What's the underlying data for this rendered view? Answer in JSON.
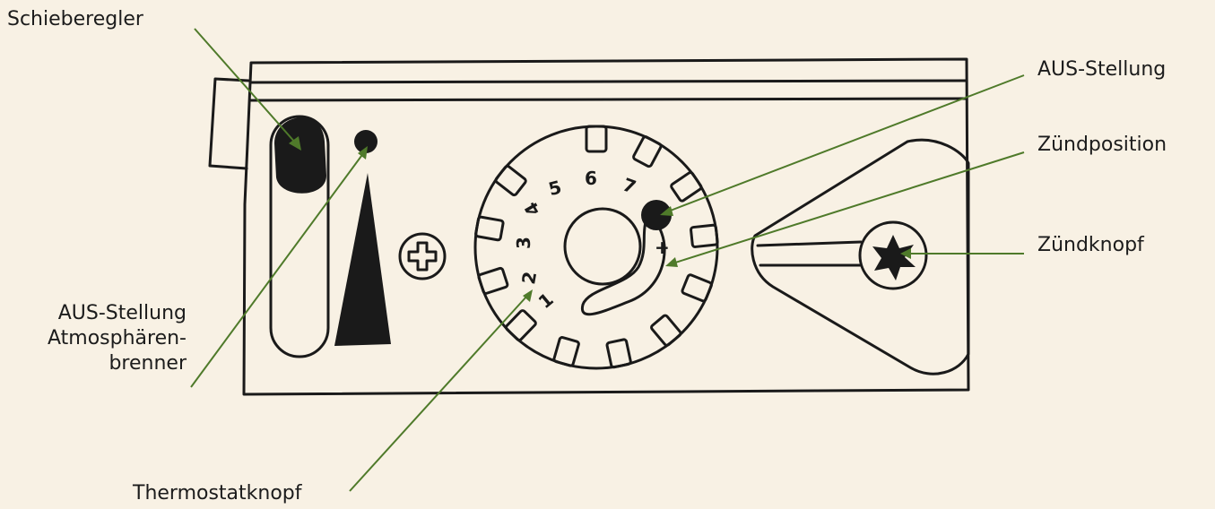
{
  "labels": {
    "slider": "Schieberegler",
    "off_position_atmos": [
      "AUS-Stellung",
      "Atmosphären-",
      "brenner"
    ],
    "thermostat_knob": "Thermostatknopf",
    "off_position": "AUS-Stellung",
    "ignition_position": "Zündposition",
    "ignition_button": "Zündknopf"
  },
  "dial": {
    "numbers": [
      "1",
      "2",
      "3",
      "4",
      "5",
      "6",
      "7"
    ],
    "ignition_mark": "+"
  },
  "colors": {
    "background": "#f8f1e4",
    "ink": "#1a1a1a",
    "leader_line": "#4f7a2a"
  }
}
